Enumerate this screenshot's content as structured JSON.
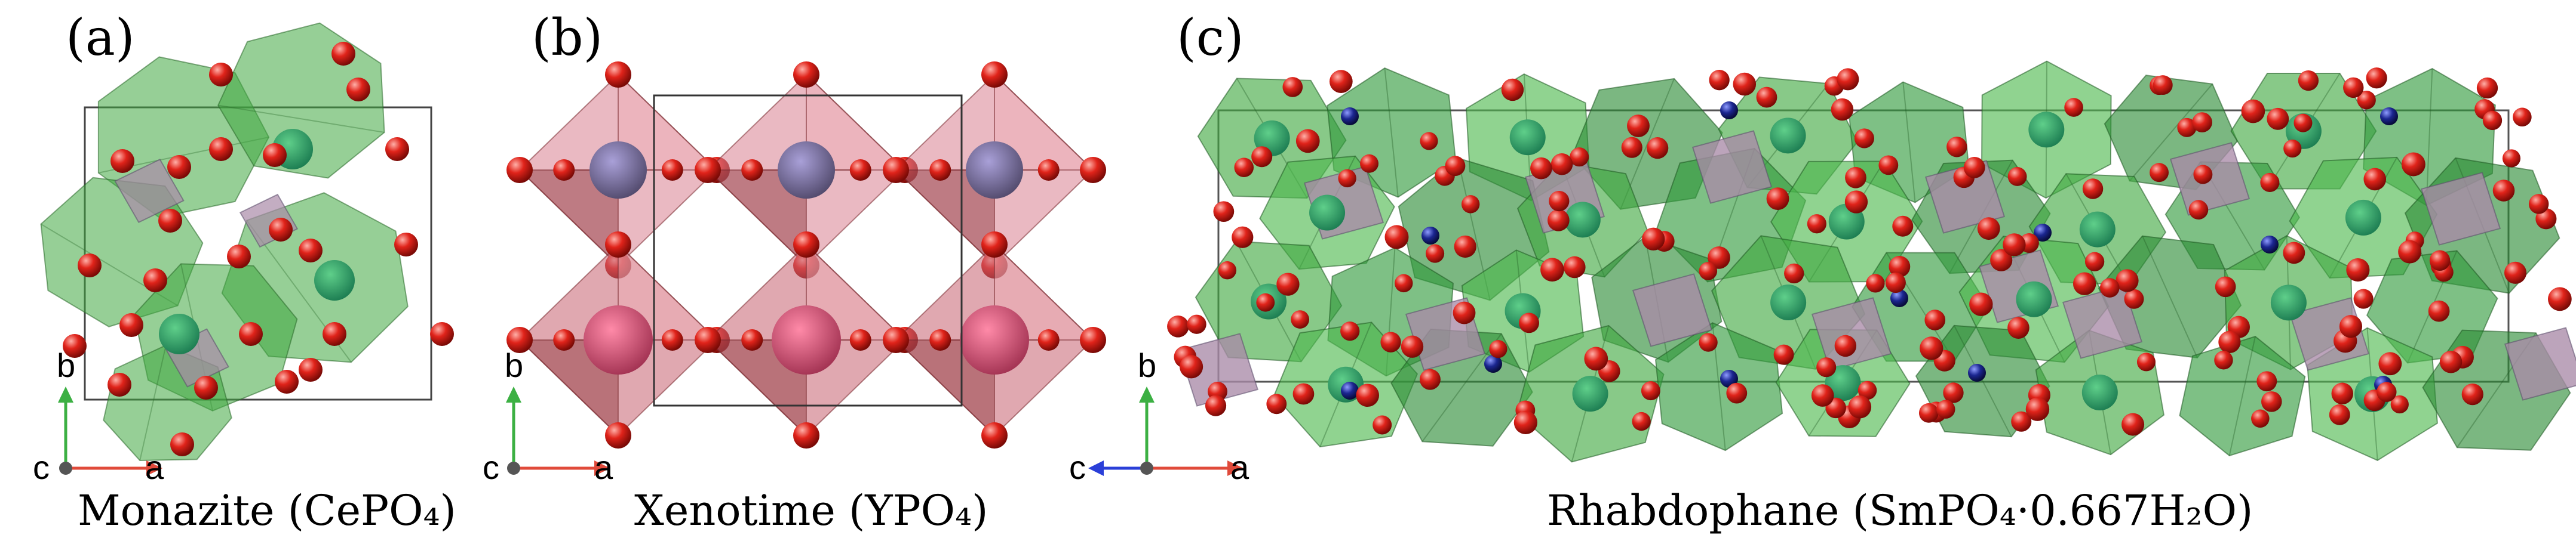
{
  "panels": [
    {
      "letter": "(a)",
      "caption": "Monazite (CePO₄)",
      "axes": {
        "out_of_plane": "c",
        "horizontal": "a",
        "vertical": "b"
      }
    },
    {
      "letter": "(b)",
      "caption": "Xenotime (YPO₄)",
      "axes": {
        "out_of_plane": "c",
        "horizontal": "a",
        "vertical": "b"
      }
    },
    {
      "letter": "(c)",
      "caption": "Rhabdophane (SmPO₄·0.667H₂O)",
      "axes": {
        "out_of_plane": "c",
        "horizontal": "a",
        "vertical": "b"
      }
    }
  ],
  "colors": {
    "oxygen": "#e0231a",
    "polyhedron_green": "#3fa83f",
    "polyhedron_pink": "#d07a82",
    "polyhedron_purple": "#a98aa8",
    "water_blue": "#1b2690",
    "axis_a": "#e04a3a",
    "axis_b": "#3cb043",
    "axis_c": "#2a3fd8"
  }
}
